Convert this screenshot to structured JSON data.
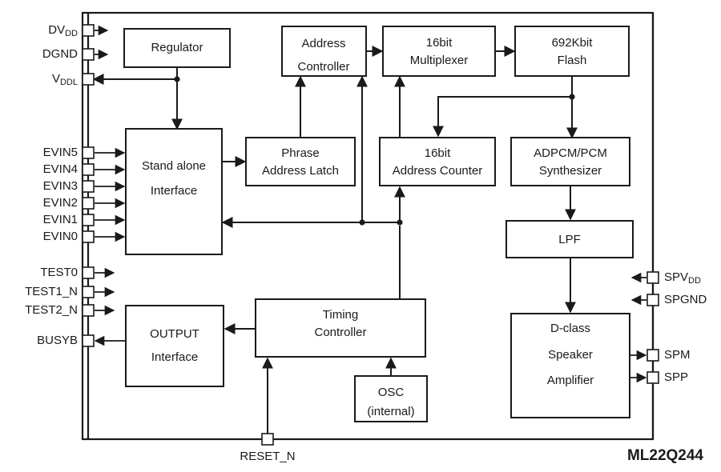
{
  "diagram": {
    "title": "ML22Q244",
    "part_number": "ML22Q244",
    "type": "block-diagram",
    "blocks": [
      {
        "id": "regulator",
        "label_lines": [
          "Regulator"
        ]
      },
      {
        "id": "address-controller",
        "label_lines": [
          "Address",
          "Controller"
        ]
      },
      {
        "id": "multiplexer",
        "label_lines": [
          "16bit",
          "Multiplexer"
        ]
      },
      {
        "id": "flash",
        "label_lines": [
          "692Kbit",
          "Flash"
        ]
      },
      {
        "id": "stand-alone-interface",
        "label_lines": [
          "Stand alone",
          "Interface"
        ]
      },
      {
        "id": "phrase-address-latch",
        "label_lines": [
          "Phrase",
          "Address Latch"
        ]
      },
      {
        "id": "address-counter",
        "label_lines": [
          "16bit",
          "Address Counter"
        ]
      },
      {
        "id": "adpcm-pcm-synthesizer",
        "label_lines": [
          "ADPCM/PCM",
          "Synthesizer"
        ]
      },
      {
        "id": "lpf",
        "label_lines": [
          "LPF"
        ]
      },
      {
        "id": "output-interface",
        "label_lines": [
          "OUTPUT",
          "Interface"
        ]
      },
      {
        "id": "timing-controller",
        "label_lines": [
          "Timing",
          "Controller"
        ]
      },
      {
        "id": "osc",
        "label_lines": [
          "OSC",
          "(internal)"
        ]
      },
      {
        "id": "speaker-amplifier",
        "label_lines": [
          "D-class",
          "Speaker",
          "Amplifier"
        ]
      }
    ],
    "pins_left": [
      {
        "id": "dvdd",
        "base": "DV",
        "sub": "DD",
        "direction": "out"
      },
      {
        "id": "dgnd",
        "base": "DGND",
        "sub": "",
        "direction": "out"
      },
      {
        "id": "vddl",
        "base": "V",
        "sub": "DDL",
        "direction": "in"
      },
      {
        "id": "evin5",
        "base": "EVIN5",
        "sub": "",
        "direction": "out"
      },
      {
        "id": "evin4",
        "base": "EVIN4",
        "sub": "",
        "direction": "out"
      },
      {
        "id": "evin3",
        "base": "EVIN3",
        "sub": "",
        "direction": "out"
      },
      {
        "id": "evin2",
        "base": "EVIN2",
        "sub": "",
        "direction": "out"
      },
      {
        "id": "evin1",
        "base": "EVIN1",
        "sub": "",
        "direction": "out"
      },
      {
        "id": "evin0",
        "base": "EVIN0",
        "sub": "",
        "direction": "out"
      },
      {
        "id": "test0",
        "base": "TEST0",
        "sub": "",
        "direction": "out"
      },
      {
        "id": "test1_n",
        "base": "TEST1_N",
        "sub": "",
        "direction": "out"
      },
      {
        "id": "test2_n",
        "base": "TEST2_N",
        "sub": "",
        "direction": "out"
      },
      {
        "id": "busyb",
        "base": "BUSYB",
        "sub": "",
        "direction": "in"
      }
    ],
    "pins_right": [
      {
        "id": "spvdd",
        "base": "SPV",
        "sub": "DD",
        "direction": "in"
      },
      {
        "id": "spgnd",
        "base": "SPGND",
        "sub": "",
        "direction": "in"
      },
      {
        "id": "spm",
        "base": "SPM",
        "sub": "",
        "direction": "out"
      },
      {
        "id": "spp",
        "base": "SPP",
        "sub": "",
        "direction": "out"
      }
    ],
    "pins_bottom": [
      {
        "id": "reset_n",
        "base": "RESET_N",
        "sub": "",
        "direction": "in"
      }
    ],
    "colors": {
      "line": "#1a1a1a",
      "background": "#ffffff",
      "block_fill": "#ffffff"
    }
  }
}
